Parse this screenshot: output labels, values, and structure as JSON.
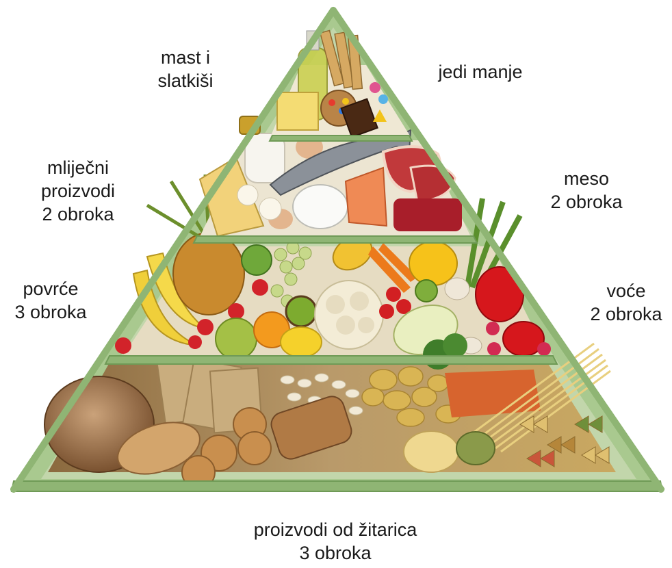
{
  "labels": {
    "fats_sweets": {
      "line1": "mast i",
      "line2": "slatkiši"
    },
    "eat_less": {
      "text": "jedi manje"
    },
    "dairy": {
      "line1": "mliječni",
      "line2": "proizvodi",
      "line3": "2 obroka"
    },
    "meat": {
      "line1": "meso",
      "line2": "2 obroka"
    },
    "vegetables": {
      "line1": "povrće",
      "line2": "3 obroka"
    },
    "fruit": {
      "line1": "voće",
      "line2": "2 obroka"
    },
    "grains": {
      "line1": "proizvodi od žitarica",
      "line2": "3 obroka"
    }
  },
  "colors": {
    "frame": "#8fb574",
    "frame_dark": "#6f9a56",
    "background": "#ffffff"
  }
}
